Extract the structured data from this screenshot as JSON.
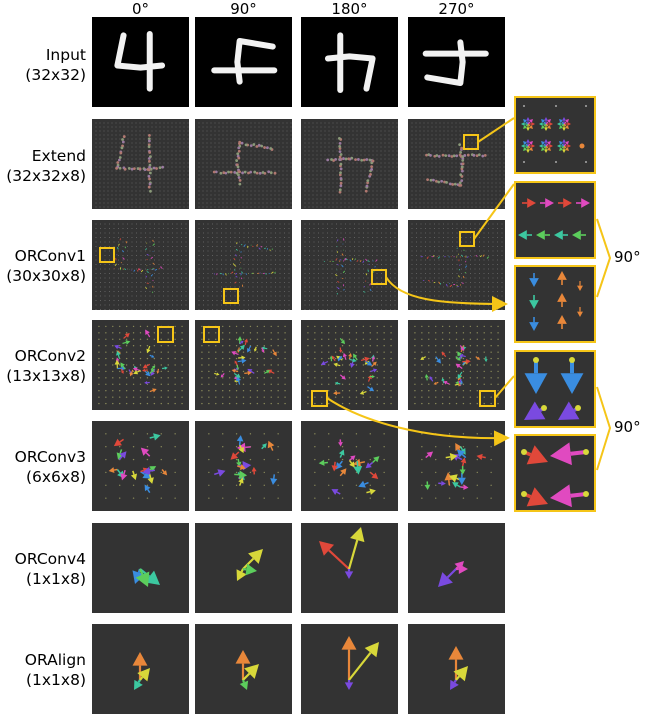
{
  "columns": [
    "0°",
    "90°",
    "180°",
    "270°"
  ],
  "rows": [
    {
      "name": "Input",
      "size": "(32x32)"
    },
    {
      "name": "Extend",
      "size": "(32x32x8)"
    },
    {
      "name": "ORConv1",
      "size": "(30x30x8)"
    },
    {
      "name": "ORConv2",
      "size": "(13x13x8)"
    },
    {
      "name": "ORConv3",
      "size": "(6x6x8)"
    },
    {
      "name": "ORConv4",
      "size": "(1x1x8)"
    },
    {
      "name": "ORAlign",
      "size": "(1x1x8)"
    }
  ],
  "brace_labels": [
    "90°",
    "90°"
  ],
  "colors": {
    "highlight": "#f5c518",
    "panel": "#333333",
    "input_bg": "#000000",
    "arrow_red": "#e0483a",
    "arrow_orange": "#e8873a",
    "arrow_yellow": "#d8d83a",
    "arrow_green": "#5ccd5c",
    "arrow_teal": "#3cc8a0",
    "arrow_blue": "#3a8de0",
    "arrow_purple": "#7a4ae0",
    "arrow_magenta": "#e04ac0"
  }
}
